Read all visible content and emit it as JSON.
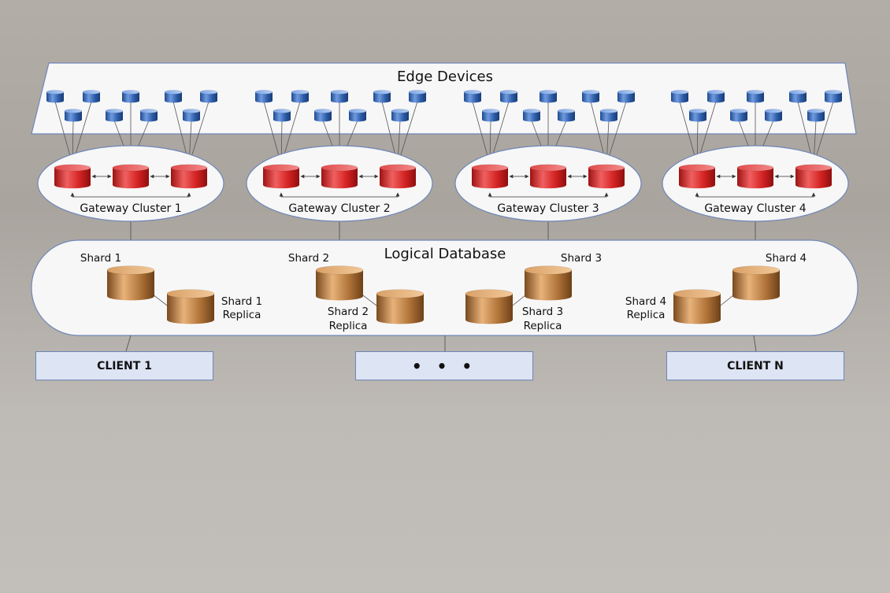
{
  "title": "Edge Devices",
  "gateway_clusters": [
    {
      "label": "Gateway Cluster 1"
    },
    {
      "label": "Gateway Cluster 2"
    },
    {
      "label": "Gateway Cluster 3"
    },
    {
      "label": "Gateway Cluster 4"
    }
  ],
  "database": {
    "label": "Logical Database",
    "shards": [
      {
        "label": "Shard 1",
        "replica_line1": "Shard 1",
        "replica_line2": "Replica"
      },
      {
        "label": "Shard 2",
        "replica_line1": "Shard 2",
        "replica_line2": "Replica"
      },
      {
        "label": "Shard 3",
        "replica_line1": "Shard 3",
        "replica_line2": "Replica"
      },
      {
        "label": "Shard 4",
        "replica_line1": "Shard 4",
        "replica_line2": "Replica"
      }
    ]
  },
  "clients": [
    {
      "label": "CLIENT 1"
    },
    {
      "label": "• • •"
    },
    {
      "label": "CLIENT N"
    }
  ],
  "colors": {
    "edge_device": "#2d5da8",
    "gateway_node": "#d42222",
    "shard_db": "#b07438",
    "client_box": "#dde4f3"
  }
}
